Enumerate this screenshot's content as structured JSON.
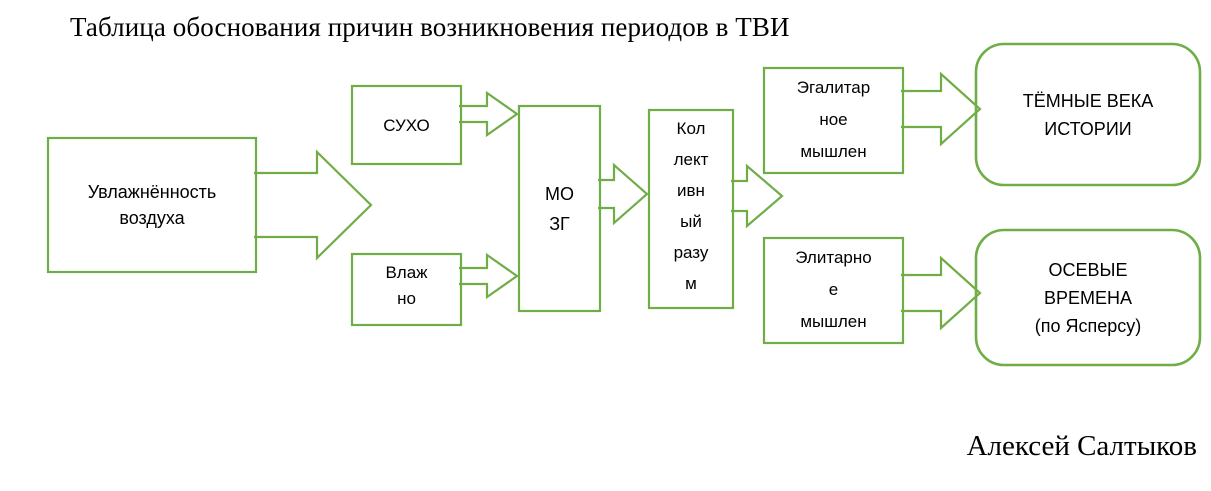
{
  "title": "Таблица обоснования причин возникновения периодов в ТВИ",
  "signature": "Алексей Салтыков",
  "colors": {
    "stroke": "#70AD47",
    "text": "#000000",
    "background": "#FFFFFF"
  },
  "nodes": {
    "humidity": {
      "label": "Увлажнённость воздуха",
      "line1": "Увлажнённость",
      "line2": "воздуха",
      "shape": "rectangle"
    },
    "dry": {
      "label": "СУХО",
      "line1": "СУХО",
      "line2": "",
      "shape": "rectangle"
    },
    "wet": {
      "label": "Влажно",
      "line1": "Влаж",
      "line2": "но",
      "shape": "rectangle"
    },
    "brain": {
      "label": "МОЗГ",
      "line1": "МО",
      "line2": "ЗГ",
      "shape": "rectangle"
    },
    "collective": {
      "label": "Коллективный разум",
      "line1": "Кол",
      "line2": "лект",
      "line3": "ивн",
      "line4": "ый",
      "line5": "разу",
      "line6": "м",
      "shape": "rectangle"
    },
    "egalitarian": {
      "label": "Эгалитарное мышление",
      "line1": "Эгалитар",
      "line2": "ное",
      "line3": "мышлен",
      "shape": "rectangle"
    },
    "elitist": {
      "label": "Элитарное мышление",
      "line1": "Элитарно",
      "line2": "е",
      "line3": "мышлен",
      "shape": "rectangle"
    },
    "dark_ages": {
      "label": "ТЁМНЫЕ ВЕКА ИСТОРИИ",
      "line1": "ТЁМНЫЕ ВЕКА",
      "line2": "ИСТОРИИ",
      "shape": "rounded-rectangle"
    },
    "axial_age": {
      "label": "ОСЕВЫЕ ВРЕМЕНА (по Ясперсу)",
      "line1": "ОСЕВЫЕ",
      "line2": "ВРЕМЕНА",
      "line3": "(по Ясперсу)",
      "shape": "rounded-rectangle"
    }
  },
  "arrows": [
    {
      "name": "humidity-to-split",
      "from": "humidity",
      "to": "dry/wet",
      "direction": "right"
    },
    {
      "name": "dry-to-brain",
      "from": "dry",
      "to": "brain",
      "direction": "right"
    },
    {
      "name": "wet-to-brain",
      "from": "wet",
      "to": "brain",
      "direction": "right"
    },
    {
      "name": "brain-to-collective",
      "from": "brain",
      "to": "collective",
      "direction": "right"
    },
    {
      "name": "collective-to-split",
      "from": "collective",
      "to": "egalitarian/elitist",
      "direction": "right"
    },
    {
      "name": "egalitarian-to-dark-ages",
      "from": "egalitarian",
      "to": "dark_ages",
      "direction": "right"
    },
    {
      "name": "elitist-to-axial-age",
      "from": "elitist",
      "to": "axial_age",
      "direction": "right"
    }
  ]
}
